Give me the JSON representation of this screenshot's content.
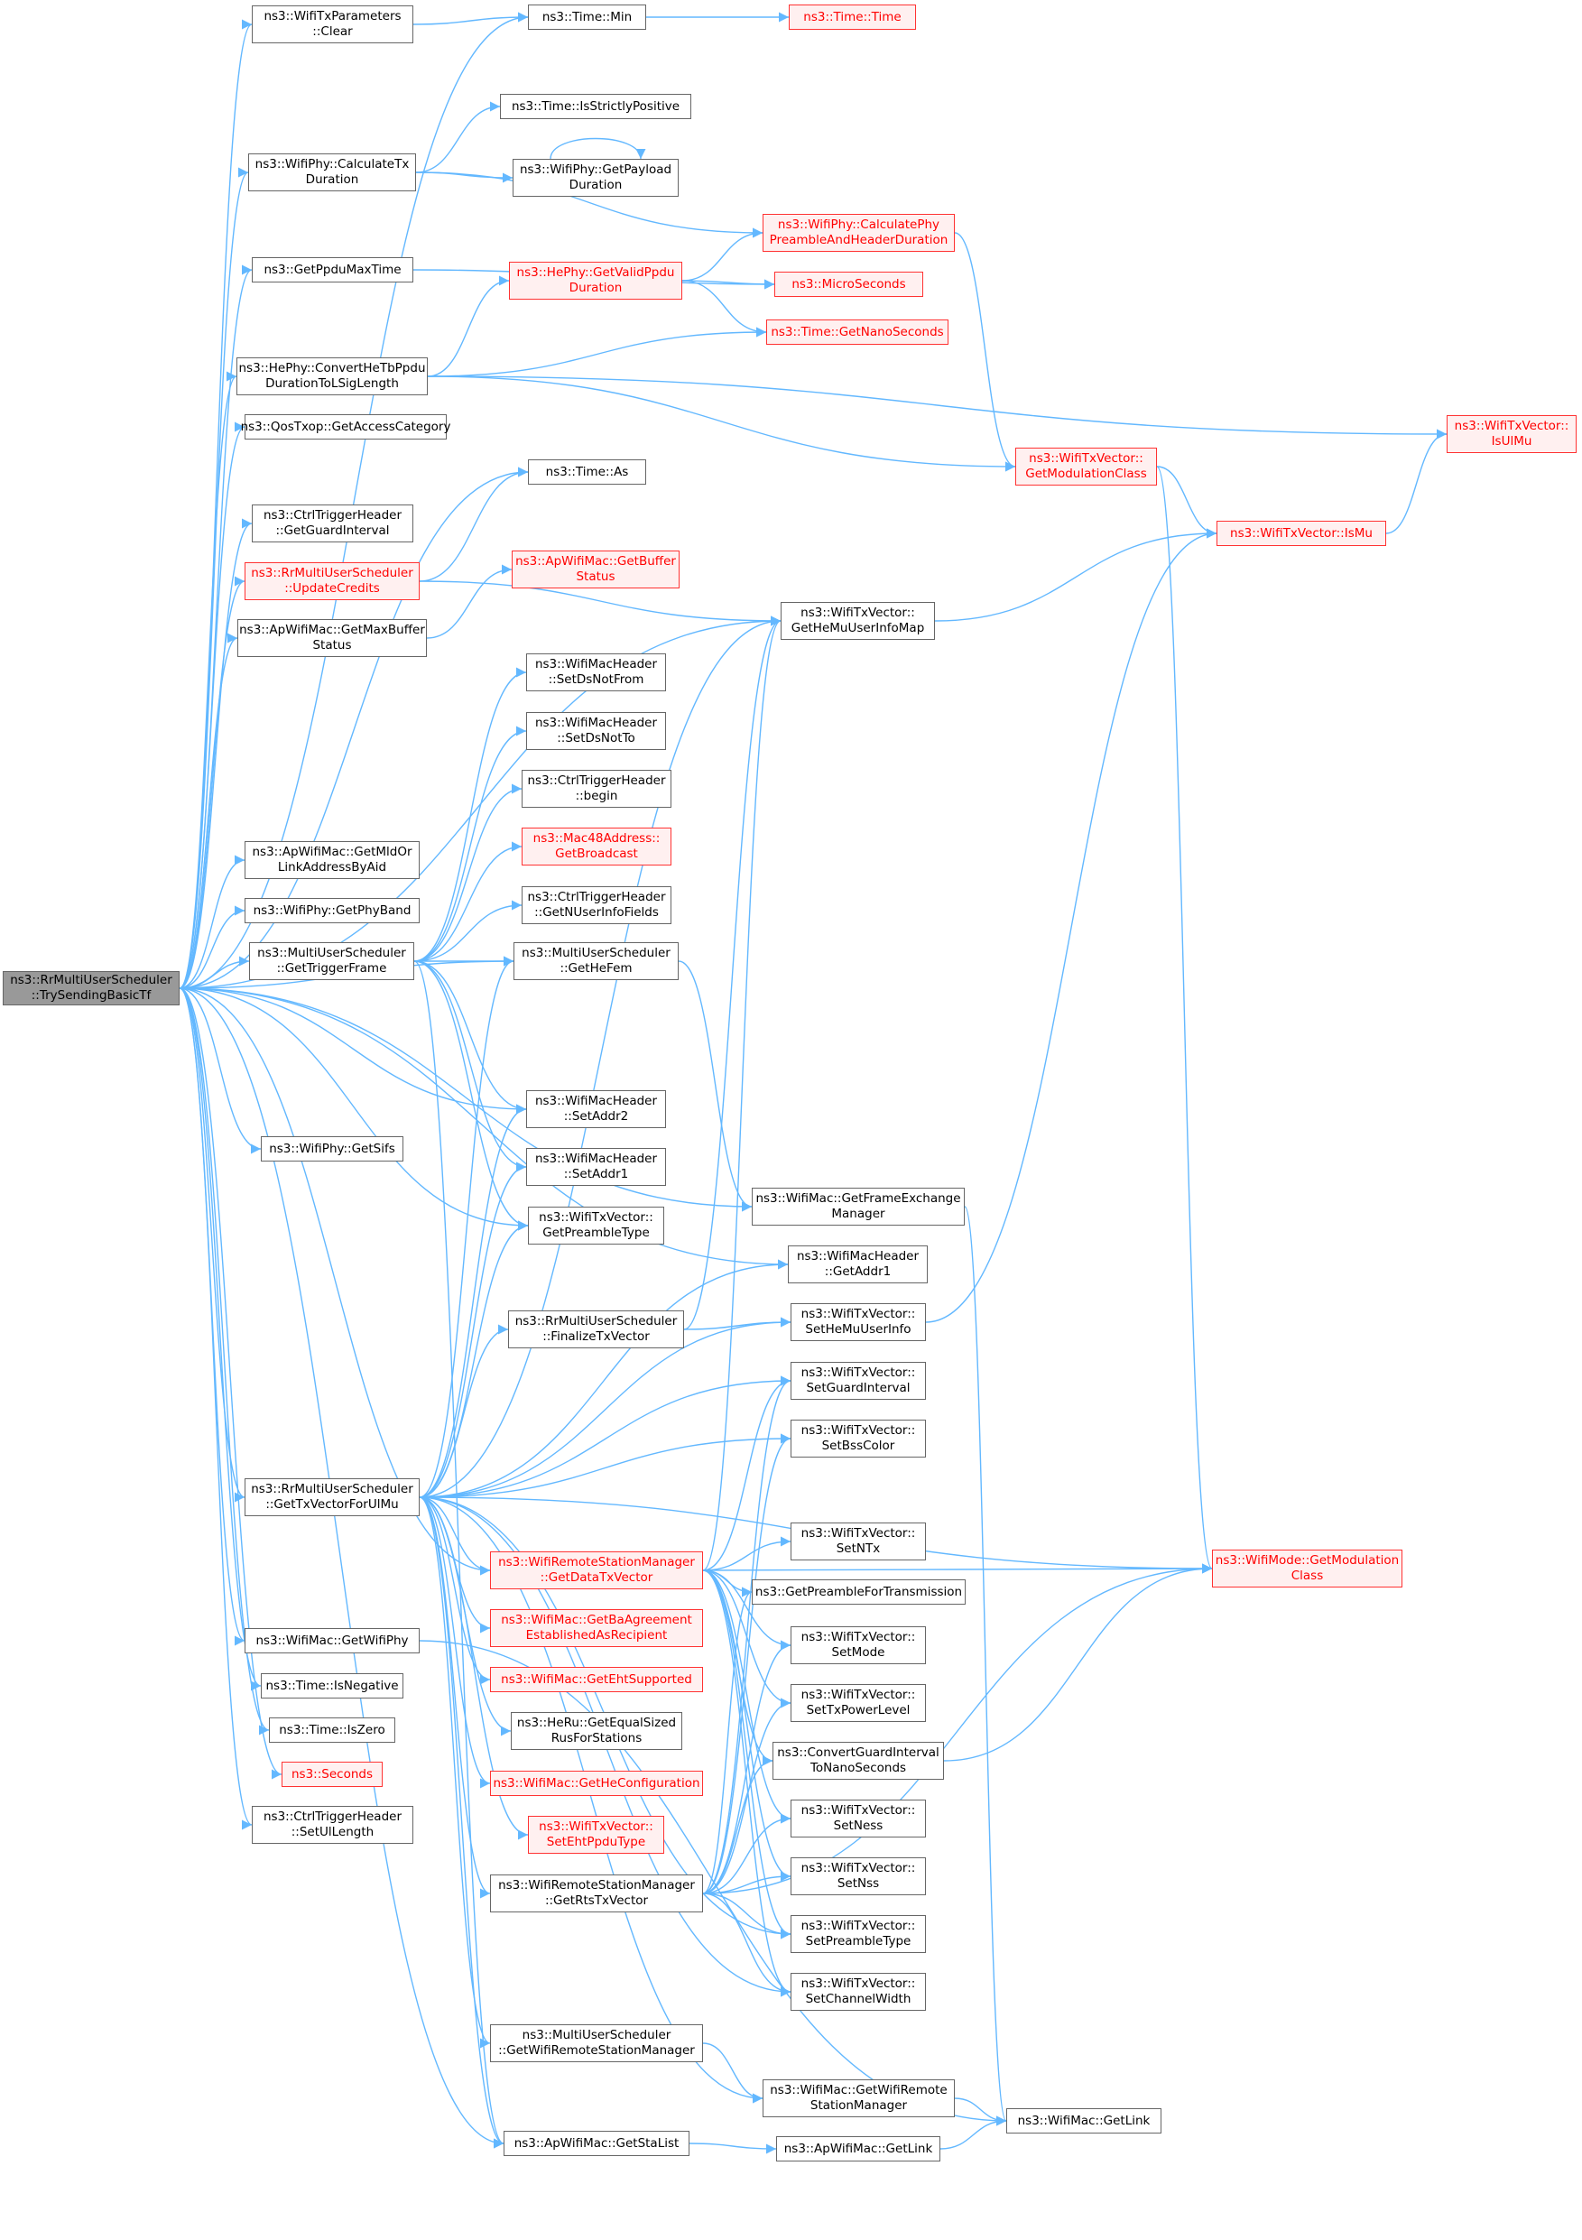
{
  "colors": {
    "edge": "#63b8ff",
    "node_border": "#666666",
    "incomplete_border": "#ff3333",
    "incomplete_fill": "#fff0f0",
    "incomplete_text": "#ff0000",
    "root_fill": "#999999"
  },
  "nodes": {
    "n_root": {
      "label": "ns3::RrMultiUserScheduler\n::TrySendingBasicTf",
      "style": "root"
    },
    "n_txparams_clear": {
      "label": "ns3::WifiTxParameters\n::Clear",
      "style": "normal"
    },
    "n_time_min": {
      "label": "ns3::Time::Min",
      "style": "normal"
    },
    "n_time_time": {
      "label": "ns3::Time::Time",
      "style": "red"
    },
    "n_calctx": {
      "label": "ns3::WifiPhy::CalculateTx\nDuration",
      "style": "normal"
    },
    "n_isstrictpos": {
      "label": "ns3::Time::IsStrictlyPositive",
      "style": "normal"
    },
    "n_getpayload": {
      "label": "ns3::WifiPhy::GetPayload\nDuration",
      "style": "normal"
    },
    "n_calcphy": {
      "label": "ns3::WifiPhy::CalculatePhy\nPreambleAndHeaderDuration",
      "style": "red"
    },
    "n_getppdumax": {
      "label": "ns3::GetPpduMaxTime",
      "style": "normal"
    },
    "n_getvalidppdu": {
      "label": "ns3::HePhy::GetValidPpdu\nDuration",
      "style": "red"
    },
    "n_microseconds": {
      "label": "ns3::MicroSeconds",
      "style": "red"
    },
    "n_getnanoseconds": {
      "label": "ns3::Time::GetNanoSeconds",
      "style": "red"
    },
    "n_convertheTb": {
      "label": "ns3::HePhy::ConvertHeTbPpdu\nDurationToLSigLength",
      "style": "normal"
    },
    "n_isulmu": {
      "label": "ns3::WifiTxVector::\nIsUlMu",
      "style": "red"
    },
    "n_getmodclass_tx": {
      "label": "ns3::WifiTxVector::\nGetModulationClass",
      "style": "red"
    },
    "n_getaccesscat": {
      "label": "ns3::QosTxop::GetAccessCategory",
      "style": "normal"
    },
    "n_time_as": {
      "label": "ns3::Time::As",
      "style": "normal"
    },
    "n_getguardint_ctrl": {
      "label": "ns3::CtrlTriggerHeader\n::GetGuardInterval",
      "style": "normal"
    },
    "n_ismu": {
      "label": "ns3::WifiTxVector::IsMu",
      "style": "red"
    },
    "n_updatecredits": {
      "label": "ns3::RrMultiUserScheduler\n::UpdateCredits",
      "style": "red"
    },
    "n_getbufferstatus": {
      "label": "ns3::ApWifiMac::GetBuffer\nStatus",
      "style": "red"
    },
    "n_getmaxbuffer": {
      "label": "ns3::ApWifiMac::GetMaxBuffer\nStatus",
      "style": "normal"
    },
    "n_gethemuuserinfomap": {
      "label": "ns3::WifiTxVector::\nGetHeMuUserInfoMap",
      "style": "normal"
    },
    "n_setdsnotfrom": {
      "label": "ns3::WifiMacHeader\n::SetDsNotFrom",
      "style": "normal"
    },
    "n_setdsnotto": {
      "label": "ns3::WifiMacHeader\n::SetDsNotTo",
      "style": "normal"
    },
    "n_ctrl_begin": {
      "label": "ns3::CtrlTriggerHeader\n::begin",
      "style": "normal"
    },
    "n_getbroadcast": {
      "label": "ns3::Mac48Address::\nGetBroadcast",
      "style": "red"
    },
    "n_getmldor": {
      "label": "ns3::ApWifiMac::GetMldOr\nLinkAddressByAid",
      "style": "normal"
    },
    "n_getnuserinfo": {
      "label": "ns3::CtrlTriggerHeader\n::GetNUserInfoFields",
      "style": "normal"
    },
    "n_getphyband": {
      "label": "ns3::WifiPhy::GetPhyBand",
      "style": "normal"
    },
    "n_gettriggerframe": {
      "label": "ns3::MultiUserScheduler\n::GetTriggerFrame",
      "style": "normal"
    },
    "n_gethefem": {
      "label": "ns3::MultiUserScheduler\n::GetHeFem",
      "style": "normal"
    },
    "n_setaddr2": {
      "label": "ns3::WifiMacHeader\n::SetAddr2",
      "style": "normal"
    },
    "n_getsifs": {
      "label": "ns3::WifiPhy::GetSifs",
      "style": "normal"
    },
    "n_setaddr1": {
      "label": "ns3::WifiMacHeader\n::SetAddr1",
      "style": "normal"
    },
    "n_getframeexch": {
      "label": "ns3::WifiMac::GetFrameExchange\nManager",
      "style": "normal"
    },
    "n_getpreambletype": {
      "label": "ns3::WifiTxVector::\nGetPreambleType",
      "style": "normal"
    },
    "n_getaddr1": {
      "label": "ns3::WifiMacHeader\n::GetAddr1",
      "style": "normal"
    },
    "n_finalizetx": {
      "label": "ns3::RrMultiUserScheduler\n::FinalizeTxVector",
      "style": "normal"
    },
    "n_sethemuuserinfo": {
      "label": "ns3::WifiTxVector::\nSetHeMuUserInfo",
      "style": "normal"
    },
    "n_setguardinterval": {
      "label": "ns3::WifiTxVector::\nSetGuardInterval",
      "style": "normal"
    },
    "n_setbsscolor": {
      "label": "ns3::WifiTxVector::\nSetBssColor",
      "style": "normal"
    },
    "n_gettxvectorulmu": {
      "label": "ns3::RrMultiUserScheduler\n::GetTxVectorForUlMu",
      "style": "normal"
    },
    "n_getmodclass_mode": {
      "label": "ns3::WifiMode::GetModulation\nClass",
      "style": "red"
    },
    "n_getdatatx": {
      "label": "ns3::WifiRemoteStationManager\n::GetDataTxVector",
      "style": "red"
    },
    "n_setntx": {
      "label": "ns3::WifiTxVector::\nSetNTx",
      "style": "normal"
    },
    "n_getpreamblefortx": {
      "label": "ns3::GetPreambleForTransmission",
      "style": "normal"
    },
    "n_getbaagreement": {
      "label": "ns3::WifiMac::GetBaAgreement\nEstablishedAsRecipient",
      "style": "red"
    },
    "n_setmode": {
      "label": "ns3::WifiTxVector::\nSetMode",
      "style": "normal"
    },
    "n_getwifiphy": {
      "label": "ns3::WifiMac::GetWifiPhy",
      "style": "normal"
    },
    "n_getehtsupported": {
      "label": "ns3::WifiMac::GetEhtSupported",
      "style": "red"
    },
    "n_isnegative": {
      "label": "ns3::Time::IsNegative",
      "style": "normal"
    },
    "n_settxpowerlevel": {
      "label": "ns3::WifiTxVector::\nSetTxPowerLevel",
      "style": "normal"
    },
    "n_iszero": {
      "label": "ns3::Time::IsZero",
      "style": "normal"
    },
    "n_getequalsized": {
      "label": "ns3::HeRu::GetEqualSized\nRusForStations",
      "style": "normal"
    },
    "n_convertguard": {
      "label": "ns3::ConvertGuardInterval\nToNanoSeconds",
      "style": "normal"
    },
    "n_seconds": {
      "label": "ns3::Seconds",
      "style": "red"
    },
    "n_getheconfig": {
      "label": "ns3::WifiMac::GetHeConfiguration",
      "style": "red"
    },
    "n_setness": {
      "label": "ns3::WifiTxVector::\nSetNess",
      "style": "normal"
    },
    "n_setullength": {
      "label": "ns3::CtrlTriggerHeader\n::SetUlLength",
      "style": "normal"
    },
    "n_setehtppdu": {
      "label": "ns3::WifiTxVector::\nSetEhtPpduType",
      "style": "red"
    },
    "n_setnss": {
      "label": "ns3::WifiTxVector::\nSetNss",
      "style": "normal"
    },
    "n_getrtstx": {
      "label": "ns3::WifiRemoteStationManager\n::GetRtsTxVector",
      "style": "normal"
    },
    "n_setpreambletype": {
      "label": "ns3::WifiTxVector::\nSetPreambleType",
      "style": "normal"
    },
    "n_setchannelwidth": {
      "label": "ns3::WifiTxVector::\nSetChannelWidth",
      "style": "normal"
    },
    "n_getwifirsm_mus": {
      "label": "ns3::MultiUserScheduler\n::GetWifiRemoteStationManager",
      "style": "normal"
    },
    "n_getwifirsm_mac": {
      "label": "ns3::WifiMac::GetWifiRemote\nStationManager",
      "style": "normal"
    },
    "n_getlink_mac": {
      "label": "ns3::WifiMac::GetLink",
      "style": "normal"
    },
    "n_getstalist": {
      "label": "ns3::ApWifiMac::GetStaList",
      "style": "normal"
    },
    "n_getlink_ap": {
      "label": "ns3::ApWifiMac::GetLink",
      "style": "normal"
    }
  },
  "edges": [
    [
      "n_root",
      "n_txparams_clear"
    ],
    [
      "n_root",
      "n_time_min"
    ],
    [
      "n_root",
      "n_calctx"
    ],
    [
      "n_root",
      "n_getppdumax"
    ],
    [
      "n_root",
      "n_convertheTb"
    ],
    [
      "n_root",
      "n_getaccesscat"
    ],
    [
      "n_root",
      "n_time_as"
    ],
    [
      "n_root",
      "n_getguardint_ctrl"
    ],
    [
      "n_root",
      "n_updatecredits"
    ],
    [
      "n_root",
      "n_getmaxbuffer"
    ],
    [
      "n_root",
      "n_gethemuuserinfomap"
    ],
    [
      "n_root",
      "n_getmldor"
    ],
    [
      "n_root",
      "n_getphyband"
    ],
    [
      "n_root",
      "n_gettriggerframe"
    ],
    [
      "n_root",
      "n_gethefem"
    ],
    [
      "n_root",
      "n_setaddr2"
    ],
    [
      "n_root",
      "n_getsifs"
    ],
    [
      "n_root",
      "n_getframeexch"
    ],
    [
      "n_root",
      "n_getaddr1"
    ],
    [
      "n_root",
      "n_getpreambletype"
    ],
    [
      "n_root",
      "n_gettxvectorulmu"
    ],
    [
      "n_root",
      "n_getdatatx"
    ],
    [
      "n_root",
      "n_getwifiphy"
    ],
    [
      "n_root",
      "n_isnegative"
    ],
    [
      "n_root",
      "n_iszero"
    ],
    [
      "n_root",
      "n_seconds"
    ],
    [
      "n_root",
      "n_setullength"
    ],
    [
      "n_root",
      "n_getstalist"
    ],
    [
      "n_txparams_clear",
      "n_time_min"
    ],
    [
      "n_time_min",
      "n_time_time"
    ],
    [
      "n_calctx",
      "n_calcphy"
    ],
    [
      "n_calctx",
      "n_isstrictpos"
    ],
    [
      "n_calctx",
      "n_getpayload"
    ],
    [
      "n_getpayload",
      "n_getpayload"
    ],
    [
      "n_getppdumax",
      "n_microseconds"
    ],
    [
      "n_getvalidppdu",
      "n_calcphy"
    ],
    [
      "n_getvalidppdu",
      "n_microseconds"
    ],
    [
      "n_getvalidppdu",
      "n_getnanoseconds"
    ],
    [
      "n_convertheTb",
      "n_getvalidppdu"
    ],
    [
      "n_convertheTb",
      "n_getnanoseconds"
    ],
    [
      "n_convertheTb",
      "n_isulmu"
    ],
    [
      "n_convertheTb",
      "n_getmodclass_tx"
    ],
    [
      "n_calcphy",
      "n_getmodclass_tx"
    ],
    [
      "n_getmodclass_tx",
      "n_ismu"
    ],
    [
      "n_getmodclass_tx",
      "n_getmodclass_mode"
    ],
    [
      "n_ismu",
      "n_isulmu"
    ],
    [
      "n_updatecredits",
      "n_time_as"
    ],
    [
      "n_updatecredits",
      "n_gethemuuserinfomap"
    ],
    [
      "n_getmaxbuffer",
      "n_getbufferstatus"
    ],
    [
      "n_gethemuuserinfomap",
      "n_ismu"
    ],
    [
      "n_gettriggerframe",
      "n_setdsnotfrom"
    ],
    [
      "n_gettriggerframe",
      "n_setdsnotto"
    ],
    [
      "n_gettriggerframe",
      "n_ctrl_begin"
    ],
    [
      "n_gettriggerframe",
      "n_getbroadcast"
    ],
    [
      "n_gettriggerframe",
      "n_getnuserinfo"
    ],
    [
      "n_gettriggerframe",
      "n_gethefem"
    ],
    [
      "n_gettriggerframe",
      "n_setaddr2"
    ],
    [
      "n_gettriggerframe",
      "n_setaddr1"
    ],
    [
      "n_gettriggerframe",
      "n_getpreambletype"
    ],
    [
      "n_gettriggerframe",
      "n_getstalist"
    ],
    [
      "n_gethefem",
      "n_getframeexch"
    ],
    [
      "n_getframeexch",
      "n_getlink_mac"
    ],
    [
      "n_sethemuuserinfo",
      "n_ismu"
    ],
    [
      "n_finalizetx",
      "n_gethemuuserinfomap"
    ],
    [
      "n_finalizetx",
      "n_sethemuuserinfo"
    ],
    [
      "n_gettxvectorulmu",
      "n_gethefem"
    ],
    [
      "n_gettxvectorulmu",
      "n_setaddr2"
    ],
    [
      "n_gettxvectorulmu",
      "n_setaddr1"
    ],
    [
      "n_gettxvectorulmu",
      "n_getpreambletype"
    ],
    [
      "n_gettxvectorulmu",
      "n_finalizetx"
    ],
    [
      "n_gettxvectorulmu",
      "n_gethemuuserinfomap"
    ],
    [
      "n_gettxvectorulmu",
      "n_getaddr1"
    ],
    [
      "n_gettxvectorulmu",
      "n_sethemuuserinfo"
    ],
    [
      "n_gettxvectorulmu",
      "n_setguardinterval"
    ],
    [
      "n_gettxvectorulmu",
      "n_setbsscolor"
    ],
    [
      "n_gettxvectorulmu",
      "n_getmodclass_mode"
    ],
    [
      "n_gettxvectorulmu",
      "n_getdatatx"
    ],
    [
      "n_gettxvectorulmu",
      "n_getbaagreement"
    ],
    [
      "n_gettxvectorulmu",
      "n_getehtsupported"
    ],
    [
      "n_gettxvectorulmu",
      "n_getequalsized"
    ],
    [
      "n_gettxvectorulmu",
      "n_getheconfig"
    ],
    [
      "n_gettxvectorulmu",
      "n_setehtppdu"
    ],
    [
      "n_gettxvectorulmu",
      "n_getrtstx"
    ],
    [
      "n_gettxvectorulmu",
      "n_getwifirsm_mus"
    ],
    [
      "n_gettxvectorulmu",
      "n_getwifirsm_mac"
    ],
    [
      "n_gettxvectorulmu",
      "n_getstalist"
    ],
    [
      "n_gettxvectorulmu",
      "n_setpreambletype"
    ],
    [
      "n_gettxvectorulmu",
      "n_setchannelwidth"
    ],
    [
      "n_getdatatx",
      "n_gethemuuserinfomap"
    ],
    [
      "n_getdatatx",
      "n_setguardinterval"
    ],
    [
      "n_getdatatx",
      "n_setntx"
    ],
    [
      "n_getdatatx",
      "n_getpreamblefortx"
    ],
    [
      "n_getdatatx",
      "n_setmode"
    ],
    [
      "n_getdatatx",
      "n_settxpowerlevel"
    ],
    [
      "n_getdatatx",
      "n_convertguard"
    ],
    [
      "n_getdatatx",
      "n_setness"
    ],
    [
      "n_getdatatx",
      "n_setnss"
    ],
    [
      "n_getdatatx",
      "n_setpreambletype"
    ],
    [
      "n_getdatatx",
      "n_setchannelwidth"
    ],
    [
      "n_getdatatx",
      "n_getmodclass_mode"
    ],
    [
      "n_getrtstx",
      "n_setguardinterval"
    ],
    [
      "n_getrtstx",
      "n_setbsscolor"
    ],
    [
      "n_getrtstx",
      "n_getpreamblefortx"
    ],
    [
      "n_getrtstx",
      "n_setmode"
    ],
    [
      "n_getrtstx",
      "n_settxpowerlevel"
    ],
    [
      "n_getrtstx",
      "n_convertguard"
    ],
    [
      "n_getrtstx",
      "n_setness"
    ],
    [
      "n_getrtstx",
      "n_setnss"
    ],
    [
      "n_getrtstx",
      "n_setpreambletype"
    ],
    [
      "n_getrtstx",
      "n_setchannelwidth"
    ],
    [
      "n_getrtstx",
      "n_getmodclass_mode"
    ],
    [
      "n_convertguard",
      "n_getmodclass_mode"
    ],
    [
      "n_getwifirsm_mus",
      "n_getwifirsm_mac"
    ],
    [
      "n_getwifirsm_mac",
      "n_getlink_mac"
    ],
    [
      "n_getstalist",
      "n_getlink_ap"
    ],
    [
      "n_getlink_ap",
      "n_getlink_mac"
    ],
    [
      "n_getwifiphy",
      "n_getlink_mac"
    ]
  ]
}
